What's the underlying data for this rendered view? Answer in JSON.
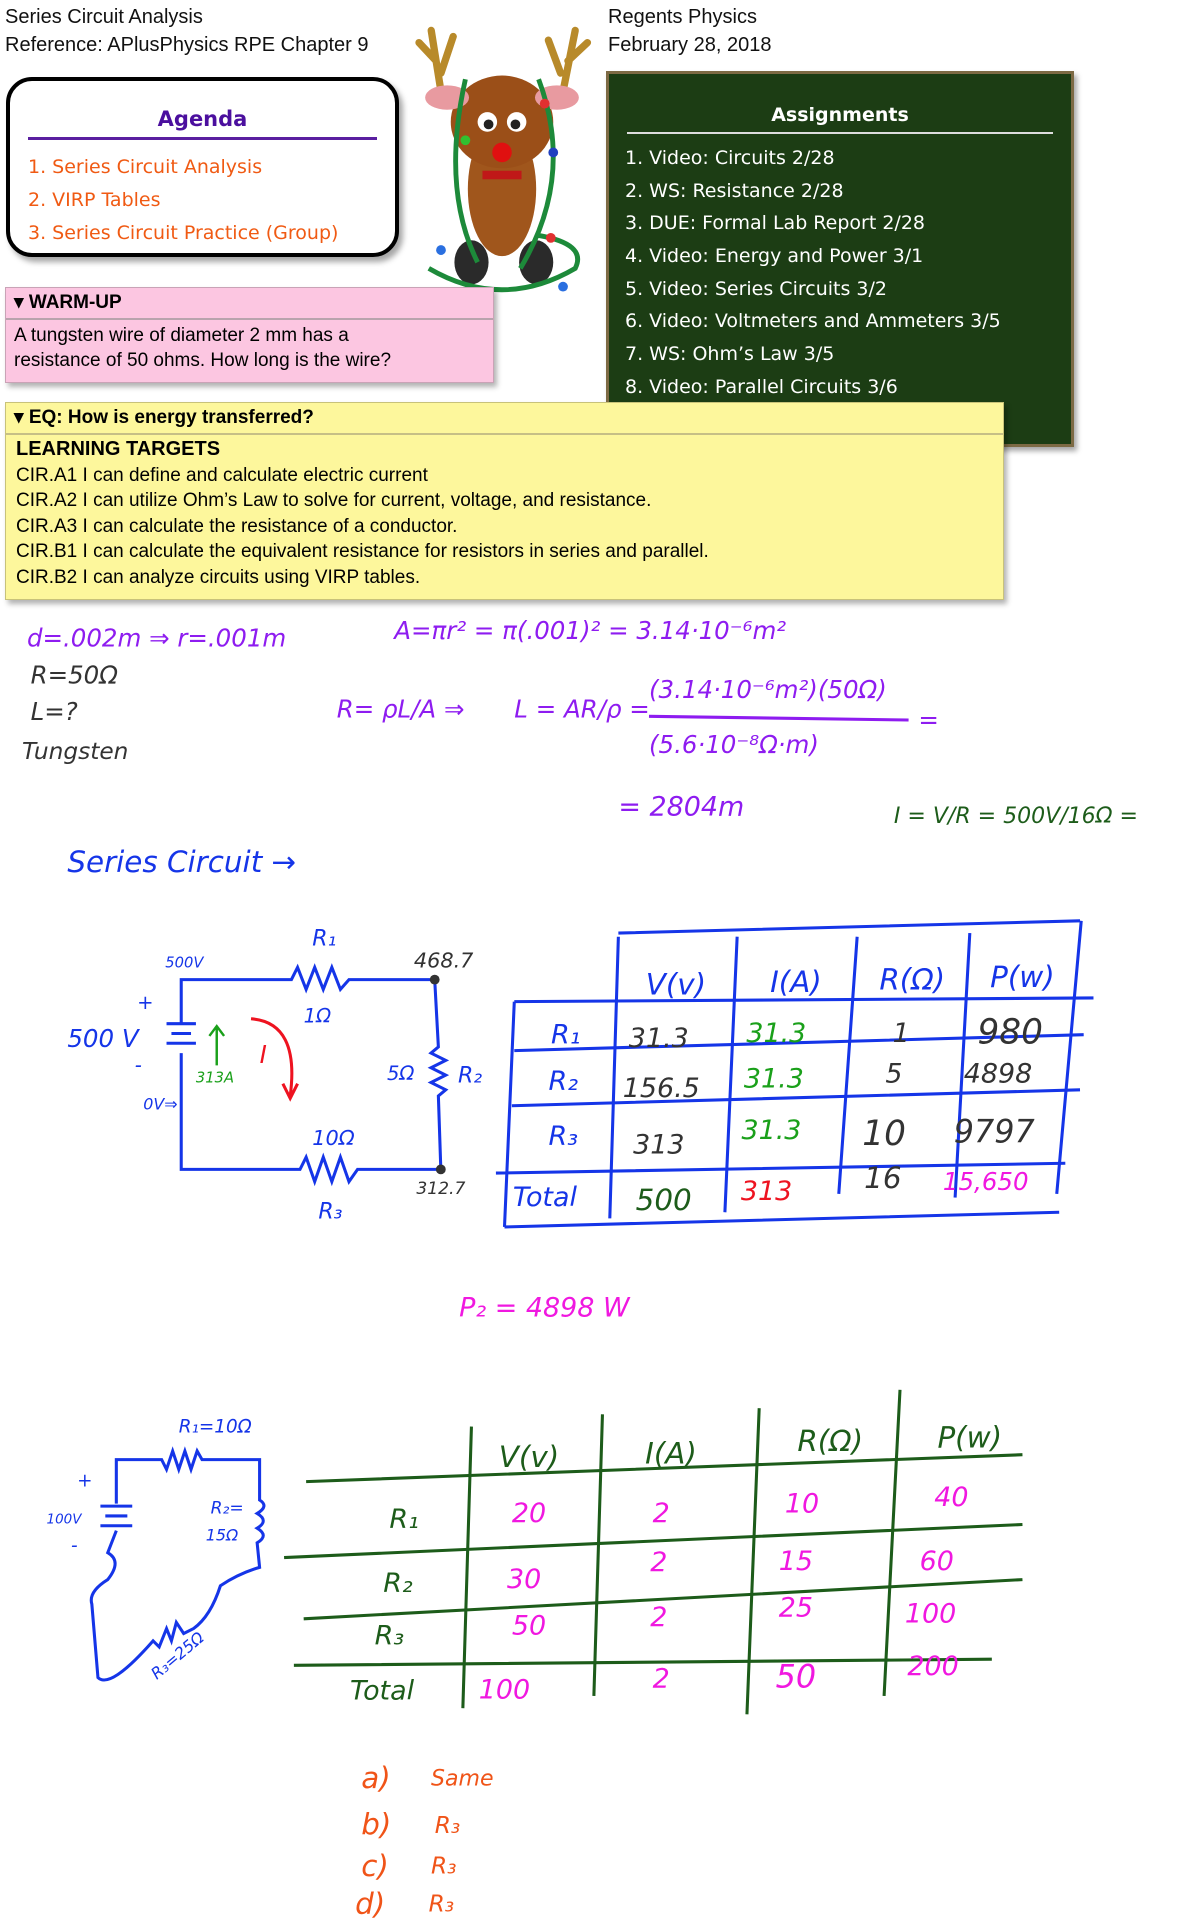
{
  "header": {
    "title": "Series Circuit Analysis",
    "reference": "Reference: APlusPhysics RPE Chapter 9",
    "course": "Regents Physics",
    "date": "February 28, 2018"
  },
  "agenda": {
    "title": "Agenda",
    "items": [
      "1.  Series Circuit Analysis",
      "2. VIRP Tables",
      "3. Series Circuit Practice (Group)"
    ]
  },
  "assignments": {
    "title": "Assignments",
    "items": [
      "1.  Video: Circuits 2/28",
      "2. WS: Resistance 2/28",
      "3. DUE: Formal Lab Report 2/28",
      "4. Video: Energy and Power 3/1",
      "5. Video: Series Circuits 3/2",
      "6. Video: Voltmeters and Ammeters 3/5",
      "7. WS: Ohm’s Law 3/5",
      "8. Video: Parallel Circuits 3/6"
    ]
  },
  "warmup": {
    "title": "▾ WARM-UP",
    "lines": [
      "A tungsten wire of diameter 2 mm has a",
      "resistance of 50 ohms.  How long is the wire?"
    ]
  },
  "eq": {
    "title": "▾ EQ: How is energy transferred?",
    "targets_heading": "LEARNING TARGETS",
    "targets": [
      "CIR.A1 I can define and calculate electric current",
      "CIR.A2 I can utilize Ohm’s Law to solve for current, voltage, and resistance.",
      "CIR.A3 I can calculate the resistance of a conductor.",
      "CIR.B1 I can calculate the equivalent resistance for resistors in series and parallel.",
      "CIR.B2 I can analyze circuits using VIRP tables."
    ]
  },
  "notes": {
    "given": [
      "d=.002m ⇒ r=.001m",
      "R=50Ω",
      "L=?",
      "Tungsten"
    ],
    "area": "A=πr² = π(.001)² = 3.14·10⁻⁶m²",
    "resistance": "R= ρL/A ⇒",
    "length_lhs": "L = AR/ρ =",
    "length_num": "(3.14·10⁻⁶m²)(50Ω)",
    "length_den": "(5.6·10⁻⁸Ω·m)",
    "equals": "=",
    "result": "= 2804m",
    "current": "I = V/R = 500V/16Ω ="
  },
  "circuit1": {
    "heading": "Series Circuit →",
    "labels": {
      "r1": "R₁",
      "top_v": "500V",
      "node_v": "468.7",
      "r1_val": "1Ω",
      "plus": "+",
      "source": "500 V",
      "minus": "-",
      "current": "313A",
      "i": "I",
      "zero": "0V⇒",
      "r2_val": "5Ω",
      "r2": "R₂",
      "r3_val": "10Ω",
      "r3": "R₃",
      "bottom_v": "312.7"
    }
  },
  "table1": {
    "headers": [
      "V(v)",
      "I(A)",
      "R(Ω)",
      "P(w)"
    ],
    "rows": [
      {
        "label": "R₁",
        "values": [
          "31.3",
          "31.3",
          "1",
          "980"
        ]
      },
      {
        "label": "R₂",
        "values": [
          "156.5",
          "31.3",
          "5",
          "4898"
        ]
      },
      {
        "label": "R₃",
        "values": [
          "313",
          "31.3",
          "10",
          "9797"
        ]
      },
      {
        "label": "Total",
        "values": [
          "500",
          "313",
          "16",
          "15,650"
        ]
      }
    ]
  },
  "p2": "P₂ = 4898 W",
  "circuit2": {
    "labels": {
      "r1": "R₁=10Ω",
      "plus": "+",
      "source": "100V",
      "minus": "-",
      "r2": "R₂=",
      "r2_val": "15Ω",
      "r3": "R₃=25Ω"
    }
  },
  "table2": {
    "headers": [
      "V(v)",
      "I(A)",
      "R(Ω)",
      "P(w)"
    ],
    "rows": [
      {
        "label": "R₁",
        "values": [
          "20",
          "2",
          "10",
          "40"
        ]
      },
      {
        "label": "R₂",
        "values": [
          "30",
          "2",
          "15",
          "60"
        ]
      },
      {
        "label": "R₃",
        "values": [
          "50",
          "2",
          "25",
          "100"
        ]
      },
      {
        "label": "Total",
        "values": [
          "100",
          "2",
          "50",
          "200"
        ]
      }
    ]
  },
  "answers": [
    {
      "letter": "a)",
      "text": "Same"
    },
    {
      "letter": "b)",
      "text": "R₃"
    },
    {
      "letter": "c)",
      "text": "R₃"
    },
    {
      "letter": "d)",
      "text": "R₃"
    }
  ],
  "colors": {
    "agenda_title": "#4b0f9e",
    "agenda_items": "#f05a13",
    "board": "#1c3d14",
    "warmup": "#fcc6e1",
    "eq": "#fdf79c"
  }
}
